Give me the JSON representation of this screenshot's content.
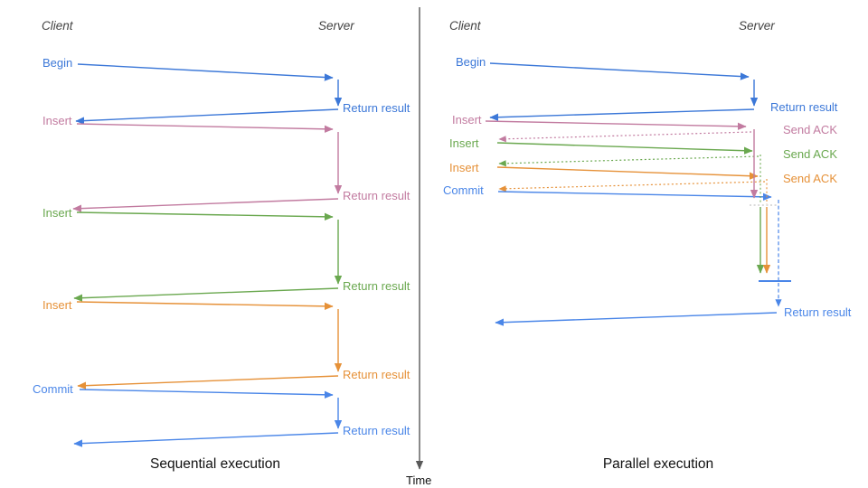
{
  "diagram": {
    "time_axis_label": "Time",
    "colors": {
      "blue": "#3c78d8",
      "light_blue": "#4a86e8",
      "pink": "#c27ba0",
      "green": "#6aa84f",
      "orange": "#e69138",
      "axis": "#595959",
      "header_text": "#434343",
      "title_text": "#111111",
      "queue_wait_line": "#b7b7b7"
    },
    "left": {
      "client_header": "Client",
      "server_header": "Server",
      "title": "Sequential execution",
      "messages": {
        "begin": "Begin",
        "return1": "Return result",
        "insert1": "Insert",
        "return2": "Return result",
        "insert2": "Insert",
        "return3": "Return result",
        "insert3": "Insert",
        "return4": "Return result",
        "commit": "Commit",
        "return5": "Return result"
      }
    },
    "right": {
      "client_header": "Client",
      "server_header": "Server",
      "title": "Parallel execution",
      "messages": {
        "begin": "Begin",
        "return1": "Return result",
        "insert1": "Insert",
        "ack1": "Send ACK",
        "insert2": "Insert",
        "ack2": "Send ACK",
        "insert3": "Insert",
        "ack3": "Send ACK",
        "commit": "Commit",
        "return2": "Return result"
      }
    }
  }
}
